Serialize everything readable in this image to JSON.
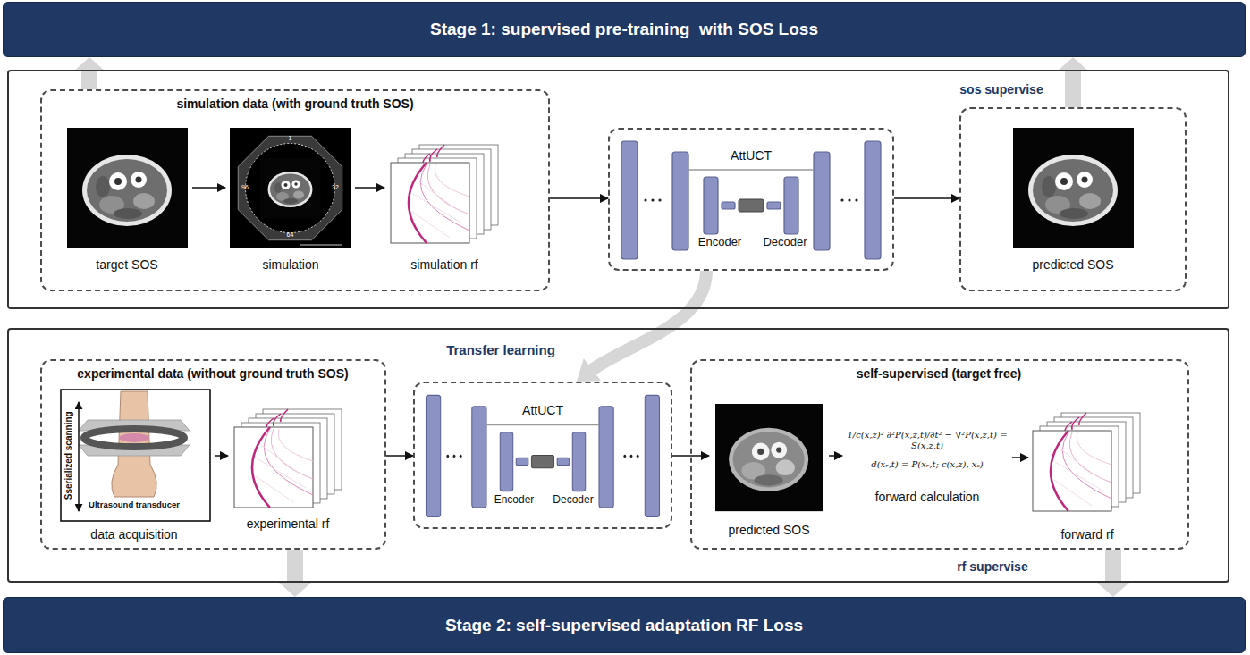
{
  "diagram": {
    "nodes": [
      {
        "text": [
          "Stage 1: supervised pre-training  with SOS Loss"
        ]
      },
      {
        "text": [
          "sos supervise"
        ]
      },
      {
        "text": [
          "simulation data (with ground truth SOS)"
        ],
        "in": 1
      },
      {
        "text": [
          "target SOS"
        ],
        "in": 2
      },
      {
        "text": [
          "simulation"
        ],
        "in": 2
      },
      {
        "text": [
          "simulation rf"
        ],
        "in": 2
      },
      {
        "text": [
          "AttUCT",
          "Encoder",
          "Decoder"
        ],
        "in": 1
      },
      {
        "text": [
          "predicted SOS"
        ],
        "in": 1
      },
      {
        "text": [
          "rf supervise"
        ]
      },
      {
        "text": [
          "experimental data (without ground truth SOS)"
        ],
        "in": 8
      },
      {
        "text": [
          "data acquisition"
        ],
        "in": 9
      },
      {
        "text": [
          "experimental rf"
        ],
        "in": 9
      },
      {
        "text": [
          "AttUCT",
          "Encoder",
          "Decoder"
        ],
        "in": 8
      },
      {
        "text": [
          "self-supervised (target free)"
        ],
        "in": 8
      },
      {
        "text": [
          "predicted SOS"
        ],
        "in": 13
      },
      {
        "text": [
          "1/c(x,z)² ∂²P(x,z,t)/∂t² − ∇²P(x,z,t) = S(x,z,t)",
          "d(xᵣ,t) = P(xᵣ,t; c(x,z), xₛ)",
          "forward calculation"
        ],
        "in": 13
      },
      {
        "text": [
          "forward rf"
        ],
        "in": 13
      },
      {
        "text": [
          "Stage 2: self-supervised adaptation RF Loss"
        ]
      }
    ],
    "edges": [
      {
        "from": 3,
        "to": 4,
        "arrow": "to"
      },
      {
        "from": 4,
        "to": 5,
        "arrow": "to"
      },
      {
        "from": 2,
        "to": 6,
        "arrow": "to"
      },
      {
        "from": 6,
        "to": 7,
        "arrow": "to"
      },
      {
        "from": 2,
        "to": 0,
        "arrow": "to"
      },
      {
        "from": 7,
        "to": 0,
        "arrow": "to"
      },
      {
        "from": 6,
        "to": 12,
        "arrow": "to",
        "label": "Transfer learning"
      },
      {
        "from": 10,
        "to": 11,
        "arrow": "to"
      },
      {
        "from": 9,
        "to": 12,
        "arrow": "to"
      },
      {
        "from": 12,
        "to": 14,
        "arrow": "to"
      },
      {
        "from": 14,
        "to": 15,
        "arrow": "to"
      },
      {
        "from": 15,
        "to": 16,
        "arrow": "to"
      },
      {
        "from": 9,
        "to": 17,
        "arrow": "to"
      },
      {
        "from": 13,
        "to": 17,
        "arrow": "to"
      }
    ],
    "labels": [
      "1",
      "32",
      "64",
      "96",
      "Sserialized scanning",
      "Ultrasound transducer"
    ]
  }
}
